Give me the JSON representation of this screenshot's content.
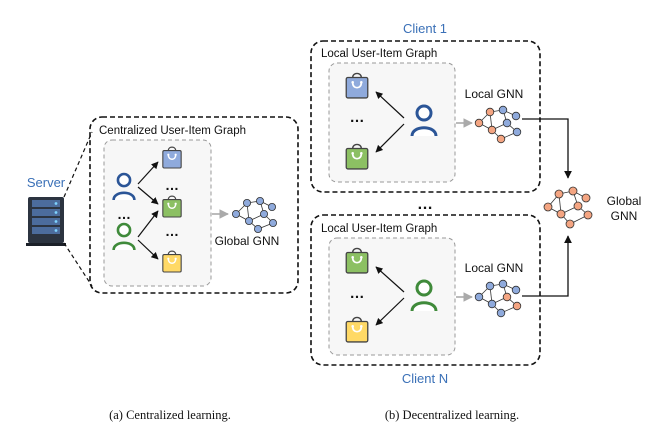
{
  "left": {
    "server_label": "Server",
    "graph_title": "Centralized User-Item Graph",
    "dots_users": "…",
    "dots_items_1": "…",
    "dots_items_2": "…",
    "gnn_label": "Global GNN",
    "caption": "(a)  Centralized learning."
  },
  "right": {
    "client1_label": "Client 1",
    "clientN_label": "Client N",
    "local_graph_title_1": "Local User-Item Graph",
    "local_graph_title_2": "Local User-Item Graph",
    "local_gnn_1": "Local GNN",
    "local_gnn_2": "Local GNN",
    "dots_items_1": "…",
    "dots_items_2": "…",
    "dots_clients": "…",
    "global_gnn_line1": "Global",
    "global_gnn_line2": "GNN",
    "caption": "(b)  Decentralized learning."
  },
  "colors": {
    "user_blue": "#2b5597",
    "user_green": "#3f8a3a",
    "bag_blue": "#8faadc",
    "bag_green": "#8cc063",
    "bag_yellow": "#ffd966",
    "node_blue": "#8faadc",
    "node_orange": "#f4a582",
    "label_blue": "#3a70b7"
  }
}
